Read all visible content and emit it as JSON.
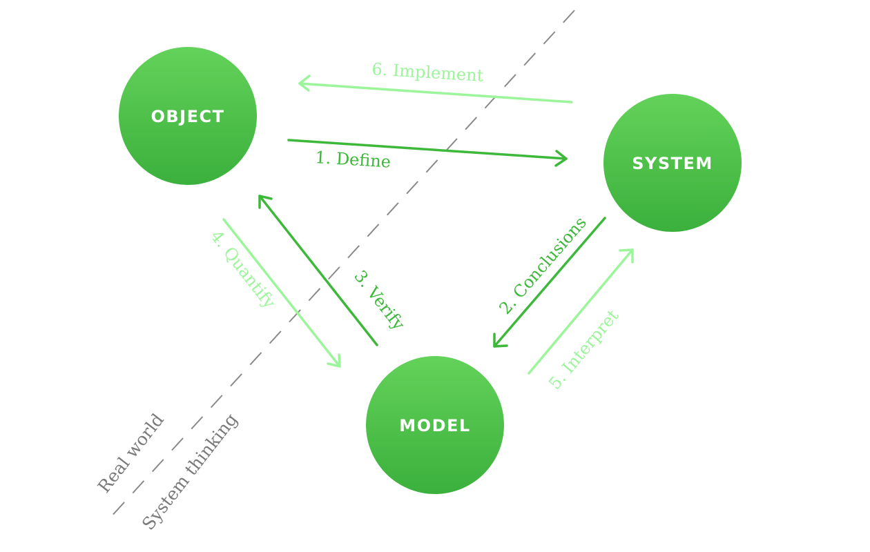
{
  "nodes": {
    "object": "OBJECT",
    "system": "SYSTEM",
    "model": "MODEL"
  },
  "edges": {
    "define": "1. Define",
    "conclusions": "2. Conclusions",
    "verify": "3. Verify",
    "quantify": "4. Quantify",
    "interpret": "5. Interpret",
    "implement": "6. Implement"
  },
  "regions": {
    "real_world": "Real world",
    "system_thinking": "System thinking"
  },
  "colors": {
    "node_top": "#63d25a",
    "node_bottom": "#3bb03c",
    "dark_green": "#3db83a",
    "light_green": "#9cf59a",
    "divider": "#8a8a8a"
  }
}
